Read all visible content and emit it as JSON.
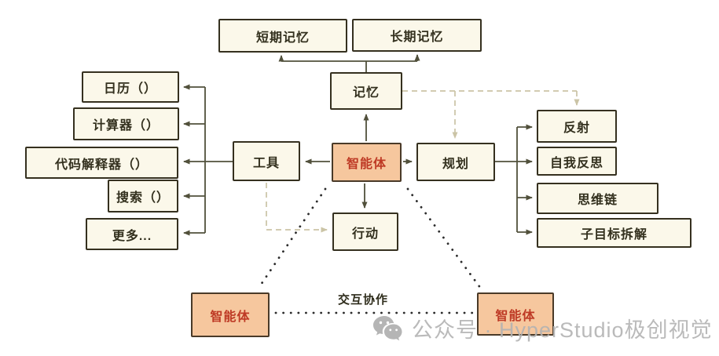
{
  "diagram": {
    "nodes": {
      "short_term_memory": {
        "label": "短期记忆"
      },
      "long_term_memory": {
        "label": "长期记忆"
      },
      "memory": {
        "label": "记忆"
      },
      "calendar": {
        "label": "日历（）"
      },
      "calculator": {
        "label": "计算器（）"
      },
      "code_interpreter": {
        "label": "代码解释器（）"
      },
      "search": {
        "label": "搜索（）"
      },
      "more": {
        "label": "更多..."
      },
      "tools": {
        "label": "工具"
      },
      "agent_center": {
        "label": "智能体"
      },
      "planning": {
        "label": "规划"
      },
      "action": {
        "label": "行动"
      },
      "reflection": {
        "label": "反射"
      },
      "self_reflection": {
        "label": "自我反思"
      },
      "chain_of_thought": {
        "label": "思维链"
      },
      "subgoal_decomposition": {
        "label": "子目标拆解"
      },
      "agent_bottom_left": {
        "label": "智能体"
      },
      "agent_bottom_right": {
        "label": "智能体"
      }
    },
    "edge_labels": {
      "interaction": "交互协作"
    },
    "colors": {
      "node_fill": "#fbf8ea",
      "node_border": "#35301f",
      "agent_fill": "#f6c79e",
      "agent_text": "#be3a25",
      "solid_line": "#51503b",
      "dashed_line": "#cbc4a6",
      "dotted_line": "#2b2b2b",
      "watermark_gray": "#b3b3b3"
    },
    "watermark": {
      "icon": "wechat-icon",
      "text": "公众号 · HyperStudio极创视觉"
    }
  }
}
